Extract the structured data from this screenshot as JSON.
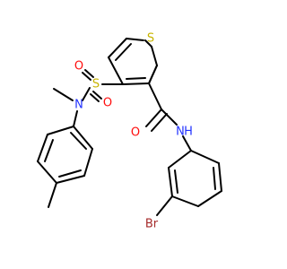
{
  "colors": {
    "background": "#ffffff",
    "bond": "#000000",
    "sulfur": "#c8b400",
    "oxygen": "#ff0d0d",
    "nitrogen": "#2233ff",
    "bromine": "#a52a2a"
  },
  "atoms": {
    "thiophene_S": "S",
    "sulfonyl_S": "S",
    "sulfonyl_O_top": "O",
    "sulfonyl_O_bottom": "O",
    "sulfonamide_N": "N",
    "carbonyl_O": "O",
    "amide_NH": "N",
    "amide_H": "H",
    "bromine": "Br"
  }
}
